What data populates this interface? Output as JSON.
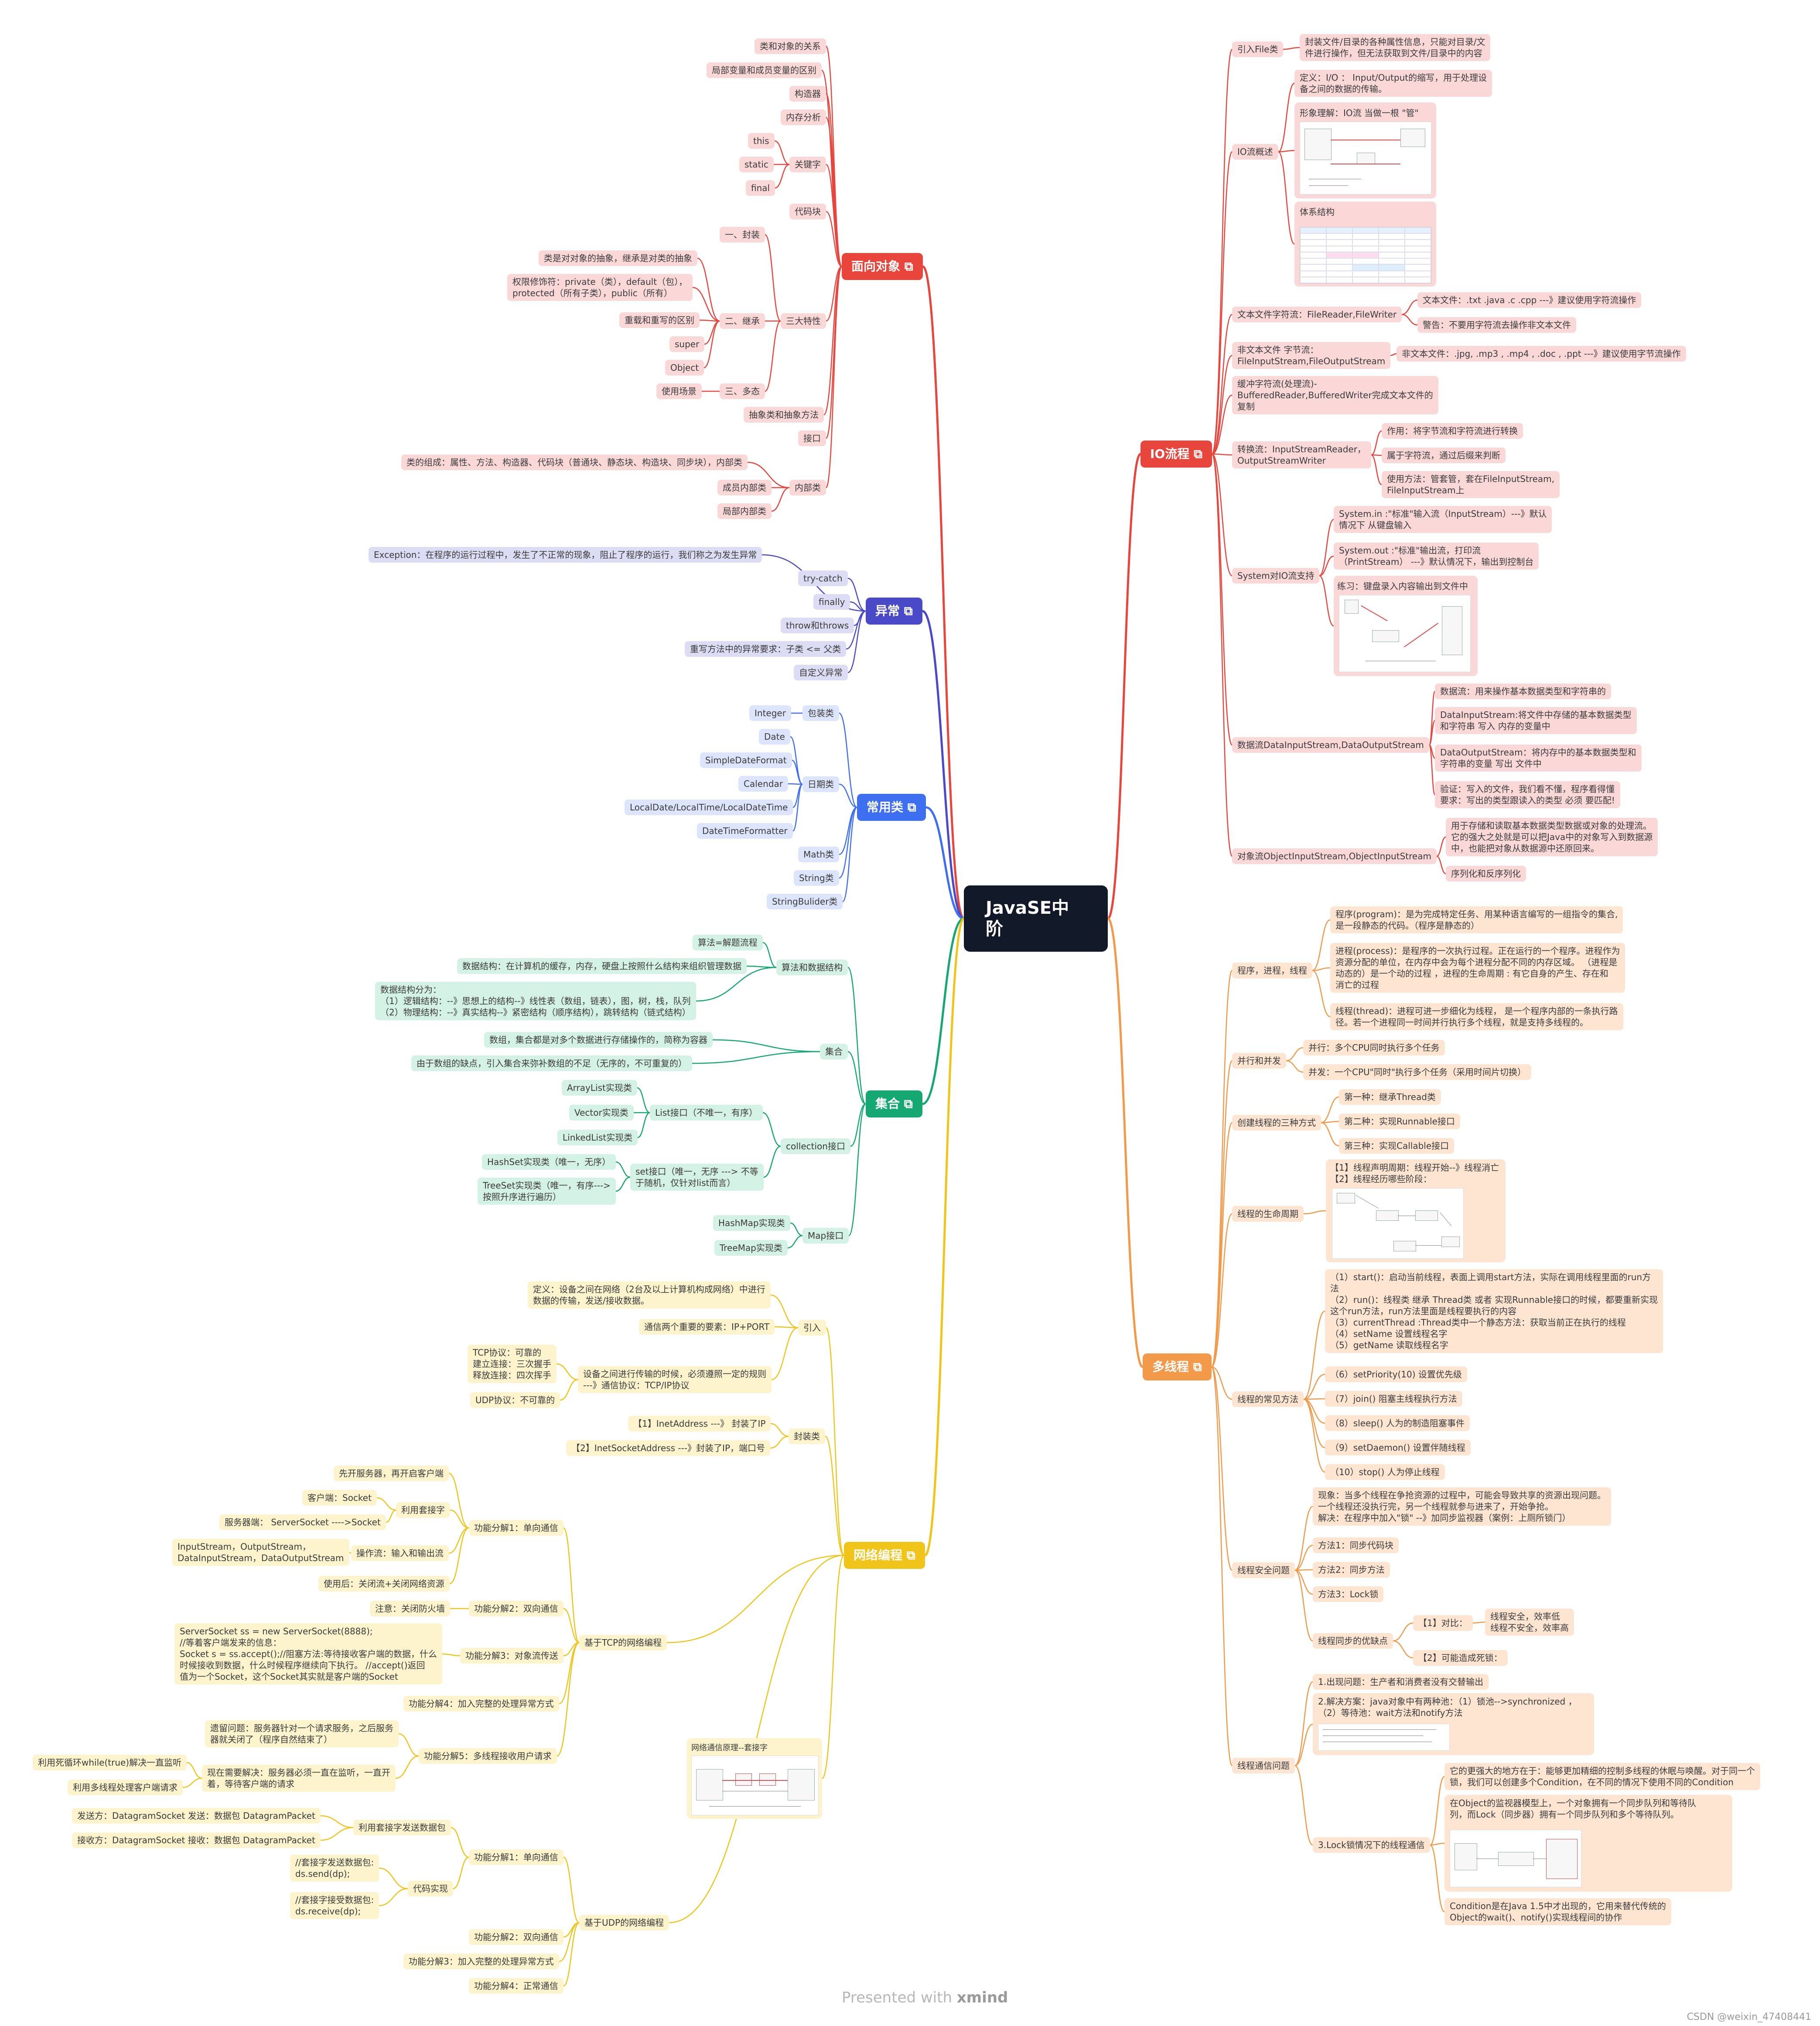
{
  "colors": {
    "io": "#e8453c",
    "oop": "#e8453c",
    "exception": "#4a4ac8",
    "common": "#3e6ff0",
    "collection": "#15a872",
    "network": "#f0c419",
    "thread": "#f2994a",
    "root": "#111827"
  },
  "icon_names": [
    "mindmap-link-icon"
  ],
  "root": "JavaSE中阶",
  "watermark": {
    "prefix": "Presented with",
    "brand": "xmind"
  },
  "csdn": "CSDN @weixin_47408441",
  "oop": {
    "title": "面向对象",
    "items": {
      "relation": "类和对象的关系",
      "var": "局部变量和成员变量的区别",
      "ctor": "构造器",
      "mem": "内存分析",
      "kw": "关键字",
      "kw_this": "this",
      "kw_static": "static",
      "kw_final": "final",
      "block": "代码块",
      "three": "三大特性",
      "encap": "一、封装",
      "inherit": "二、继承",
      "inh_a": "类是对对象的抽象，继承是对类的抽象",
      "inh_b": "权限修饰符：private（类），default（包），\nprotected（所有子类），public（所有）",
      "inh_c": "重载和重写的区别",
      "inh_d": "super",
      "inh_e": "Object",
      "poly": "三、多态",
      "poly_a": "使用场景",
      "abstract": "抽象类和抽象方法",
      "iface": "接口",
      "inner": "内部类",
      "inner_a": "类的组成：属性、方法、构造器、代码块（普通块、静态块、构造块、同步块），内部类",
      "inner_b": "成员内部类",
      "inner_c": "局部内部类"
    }
  },
  "exception": {
    "title": "异常",
    "items": {
      "def": "Exception：在程序的运行过程中，发生了不正常的现象，阻止了程序的运行，我们称之为发生异常",
      "tc": "try-catch",
      "fin": "finally",
      "throw": "throw和throws",
      "rule": "重写方法中的异常要求：子类 <= 父类",
      "custom": "自定义异常"
    }
  },
  "common": {
    "title": "常用类",
    "items": {
      "wrap": "包装类",
      "integer": "Integer",
      "date": "日期类",
      "d1": "Date",
      "d2": "SimpleDateFormat",
      "d3": "Calendar",
      "d4": "LocalDate/LocalTime/LocalDateTime",
      "d5": "DateTimeFormatter",
      "math": "Math类",
      "string": "String类",
      "sb": "StringBulider类"
    }
  },
  "collection": {
    "title": "集合",
    "items": {
      "algo": "算法和数据结构",
      "algo_a": "算法=解题流程",
      "algo_b": "数据结构：在计算机的缓存，内存，硬盘上按照什么结构来组织管理数据",
      "algo_c": "数据结构分为：\n（1）逻辑结构：--》思想上的结构--》线性表（数组，链表），图，树，栈，队列\n（2）物理结构：--》真实结构--》紧密结构（顺序结构），跳转结构（链式结构）",
      "set": "集合",
      "set_a": "数组，集合都是对多个数据进行存储操作的，简称为容器",
      "set_b": "由于数组的缺点，引入集合来弥补数组的不足（无序的，不可重复的）",
      "coll": "collection接口",
      "list": "List接口（不唯一，有序）",
      "l1": "ArrayList实现类",
      "l2": "Vector实现类",
      "l3": "LinkedList实现类",
      "setif": "set接口（唯一，无序 ---> 不等\n于随机，仅针对list而言）",
      "s1": "HashSet实现类（唯一，无序）",
      "s2": "TreeSet实现类（唯一，有序--->\n按照升序进行遍历）",
      "map": "Map接口",
      "m1": "HashMap实现类",
      "m2": "TreeMap实现类"
    }
  },
  "network": {
    "title": "网络编程",
    "items": {
      "intro": "引入",
      "i1": "定义：设备之间在网络（2台及以上计算机构成网络）中进行\n数据的传输，发送/接收数据。",
      "i2": "通信两个重要的要素：IP+PORT",
      "i3": "设备之间进行传输的时候，必须遵照一定的规则\n---》通信协议：TCP/IP协议",
      "tcp": "TCP协议：可靠的\n建立连接：三次握手\n释放连接：四次挥手",
      "udp": "UDP协议：不可靠的",
      "wrap": "封装类",
      "w1": "【1】InetAddress   ---》 封装了IP",
      "w2": "【2】InetSocketAddress  ---》封装了IP，端口号",
      "tcpnet": "基于TCP的网络编程",
      "f1": "功能分解1：单向通信",
      "f1a": "先开服务器，再开启客户端",
      "f1b": "利用套接字",
      "f1b1": "客户端：Socket",
      "f1b2": "服务器端：   ServerSocket ---->Socket",
      "f1c": "操作流：输入和输出流",
      "f1c1": "InputStream，OutputStream，\nDataInputStream，DataOutputStream",
      "f1d": "使用后：关闭流+关闭网络资源",
      "f2": "功能分解2：双向通信",
      "f2a": "注意：关闭防火墙",
      "f3": "功能分解3：对象流传送",
      "f3a": "ServerSocket ss = new ServerSocket(8888);\n//等着客户端发来的信息：\nSocket s = ss.accept();//阻塞方法:等待接收客户端的数据，什么\n时候接收到数据，什么时候程序继续向下执行。  //accept()返回\n值为一个Socket，这个Socket其实就是客户端的Socket",
      "f4": "功能分解4：加入完整的处理异常方式",
      "f5": "功能分解5：多线程接收用户请求",
      "f5a": "遗留问题：服务器针对一个请求服务，之后服务\n器就关闭了（程序自然结束了）",
      "f5b": "现在需要解决：服务器必须一直在监听，一直开\n着，等待客户端的请求",
      "f5b1": "利用死循环while(true)解决一直监听",
      "f5b2": "利用多线程处理客户端请求",
      "diagram": "网络通信原理--套接字",
      "udpnet": "基于UDP的网络编程",
      "u1": "功能分解1：单向通信",
      "u1a": "利用套接字发送数据包",
      "u1a1": "发送方：DatagramSocket   发送：数据包  DatagramPacket",
      "u1a2": "接收方：DatagramSocket   接收：数据包  DatagramPacket",
      "u1b": "代码实现",
      "u1b1": "//套接字发送数据包:\nds.send(dp);",
      "u1b2": "//套接字接受数据包:\nds.receive(dp);",
      "u2": "功能分解2：双向通信",
      "u3": "功能分解3：加入完整的处理异常方式",
      "u4": "功能分解4：正常通信"
    }
  },
  "io": {
    "title": "IO流程",
    "items": {
      "file": "引入File类",
      "file_a": "封装文件/目录的各种属性信息，只能对目录/文\n件进行操作，但无法获取到文件/目录中的内容",
      "over": "IO流概述",
      "over_a": "定义：I/O ：  Input/Output的缩写，用于处理设\n备之间的数据的传输。",
      "over_b": "形象理解：IO流 当做一根 \"管\"",
      "over_c": "体系结构",
      "text": "文本文件字符流：FileReader,FileWriter",
      "text_a": "文本文件：.txt  .java .c .cpp ---》建议使用字符流操作",
      "text_b": "警告：不要用字符流去操作非文本文件",
      "bin": "非文本文件 字节流：\nFileInputStream,FileOutputStream",
      "bin_a": "非文本文件：.jpg, .mp3  ,  .mp4 , .doc  , .ppt  ---》建议使用字节流操作",
      "buf": "缓冲字符流(处理流)-\nBufferedReader,BufferedWriter完成文本文件的\n复制",
      "conv": "转换流：InputStreamReader，\nOutputStreamWriter",
      "conv_a": "作用：将字节流和字符流进行转换",
      "conv_b": "属于字符流，通过后缀来判断",
      "conv_c": "使用方法：管套管，套在FileInputStream,\nFileInputStream上",
      "sys": "System对IO流支持",
      "sys_a": "System.in  :\"标准\"输入流（InputStream）---》默认\n情况下 从键盘输入",
      "sys_b": "System.out  :\"标准\"输出流，打印流\n（PrintStream）  ---》默认情况下，输出到控制台",
      "sys_c": "练习：键盘录入内容输出到文件中",
      "data": "数据流DataInputStream,DataOutputStream",
      "data_a": "数据流：用来操作基本数据类型和字符串的",
      "data_b": "DataInputStream:将文件中存储的基本数据类型\n和字符串  写入  内存的变量中",
      "data_c": "DataOutputStream：将内存中的基本数据类型和\n字符串的变量 写出  文件中",
      "data_d": "验证：写入的文件，我们看不懂，程序看得懂\n要求：写出的类型跟读入的类型 必须 要匹配!",
      "obj": "对象流ObjectInputStream,ObjectInputStream",
      "obj_a": "用于存储和读取基本数据类型数据或对象的处理流。\n它的强大之处就是可以把Java中的对象写入到数据源\n中，也能把对象从数据源中还原回来。",
      "obj_b": "序列化和反序列化"
    }
  },
  "thread": {
    "title": "多线程",
    "items": {
      "concept": "程序，进程，线程",
      "c1": "程序(program)：是为完成特定任务、用某种语言编写的一组指令的集合,\n是一段静态的代码。（程序是静态的）",
      "c2": "进程(process)：是程序的一次执行过程。正在运行的一个程序。进程作为\n资源分配的单位，在内存中会为每个进程分配不同的内存区域。 （进程是\n动态的）是一个动的过程 ，进程的生命周期 : 有它自身的产生、存在和\n消亡的过程",
      "c3": "线程(thread)：进程可进一步细化为线程， 是一个程序内部的一条执行路\n径。若一个进程同一时间并行执行多个线程，就是支持多线程的。",
      "par": "并行和并发",
      "p1": "并行：多个CPU同时执行多个任务",
      "p2": "并发：一个CPU\"同时\"执行多个任务（采用时间片切换）",
      "create": "创建线程的三种方式",
      "cr1": "第一种：继承Thread类",
      "cr2": "第二种：实现Runnable接口",
      "cr3": "第三种：实现Callable接口",
      "life": "线程的生命周期",
      "life_a": "【1】线程声明周期：线程开始--》线程消亡\n【2】线程经历哪些阶段：",
      "methods": "线程的常见方法",
      "m1": "（1）start()：启动当前线程，表面上调用start方法，实际在调用线程里面的run方\n法\n（2）run()：线程类 继承 Thread类 或者 实现Runnable接口的时候，都要重新实现\n这个run方法，run方法里面是线程要执行的内容\n（3）currentThread :Thread类中一个静态方法：获取当前正在执行的线程\n（4）setName 设置线程名字\n（5）getName 读取线程名字",
      "m2": "（6）setPriority(10) 设置优先级",
      "m3": "（7）join() 阻塞主线程执行方法",
      "m4": "（8）sleep() 人为的制造阻塞事件",
      "m5": "（9）setDaemon() 设置伴随线程",
      "m6": "（10）stop() 人为停止线程",
      "safe": "线程安全问题",
      "s1": "现象：当多个线程在争抢资源的过程中，可能会导致共享的资源出现问题。\n一个线程还没执行完，另一个线程就参与进来了，开始争抢。\n解决：在程序中加入\"锁\" --》加同步监视器（案例：上厕所锁门）",
      "s2": "方法1：同步代码块",
      "s3": "方法2：同步方法",
      "s4": "方法3：Lock锁",
      "s5": "线程同步的优缺点",
      "s5a": "【1】对比：",
      "s5a1": "线程安全，效率低\n线程不安全，效率高",
      "s5b": "【2】可能造成死锁：",
      "comm": "线程通信问题",
      "cm1": "1.出现问题：生产者和消费者没有交替输出",
      "cm2": "2.解决方案：java对象中有两种池：（1）锁池-->synchronized ，\n（2）等待池：wait方法和notify方法",
      "cm3": "3.Lock锁情况下的线程通信",
      "cm3a": "它的更强大的地方在于：能够更加精细的控制多线程的休眠与唤醒。对于同一个\n锁，我们可以创建多个Condition，在不同的情况下使用不同的Condition",
      "cm3b": "在Object的监视器模型上，一个对象拥有一个同步队列和等待队\n列，而Lock（同步器）拥有一个同步队列和多个等待队列。",
      "cm3c": "Condition是在Java 1.5中才出现的，它用来替代传统的\nObject的wait()、notify()实现线程间的协作"
    }
  }
}
